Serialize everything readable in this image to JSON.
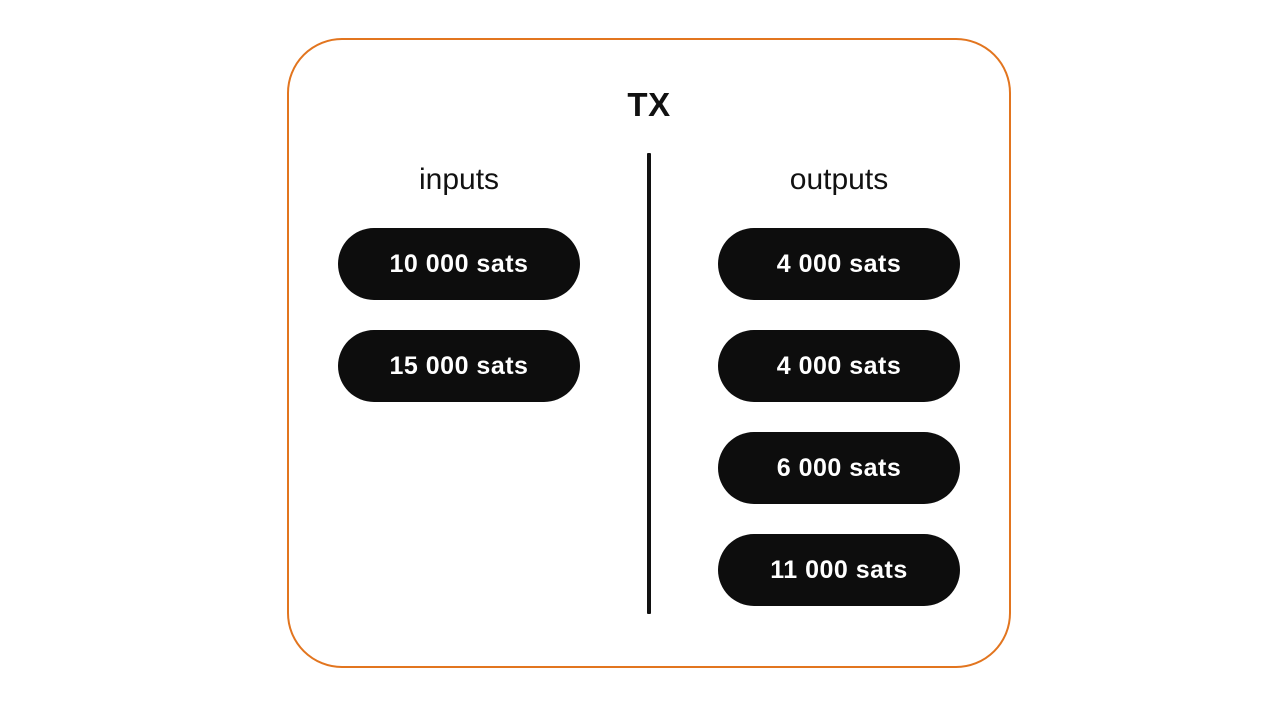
{
  "title": "TX",
  "colors": {
    "frame_border": "#e2751f",
    "pill_bg": "#0d0d0d",
    "pill_text": "#ffffff",
    "text": "#111111",
    "page_bg": "#ffffff"
  },
  "columns": {
    "inputs": {
      "label": "inputs",
      "items": [
        {
          "label": "10 000 sats"
        },
        {
          "label": "15 000 sats"
        }
      ]
    },
    "outputs": {
      "label": "outputs",
      "items": [
        {
          "label": "4 000 sats"
        },
        {
          "label": "4 000 sats"
        },
        {
          "label": "6 000 sats"
        },
        {
          "label": "11 000 sats"
        }
      ]
    }
  }
}
